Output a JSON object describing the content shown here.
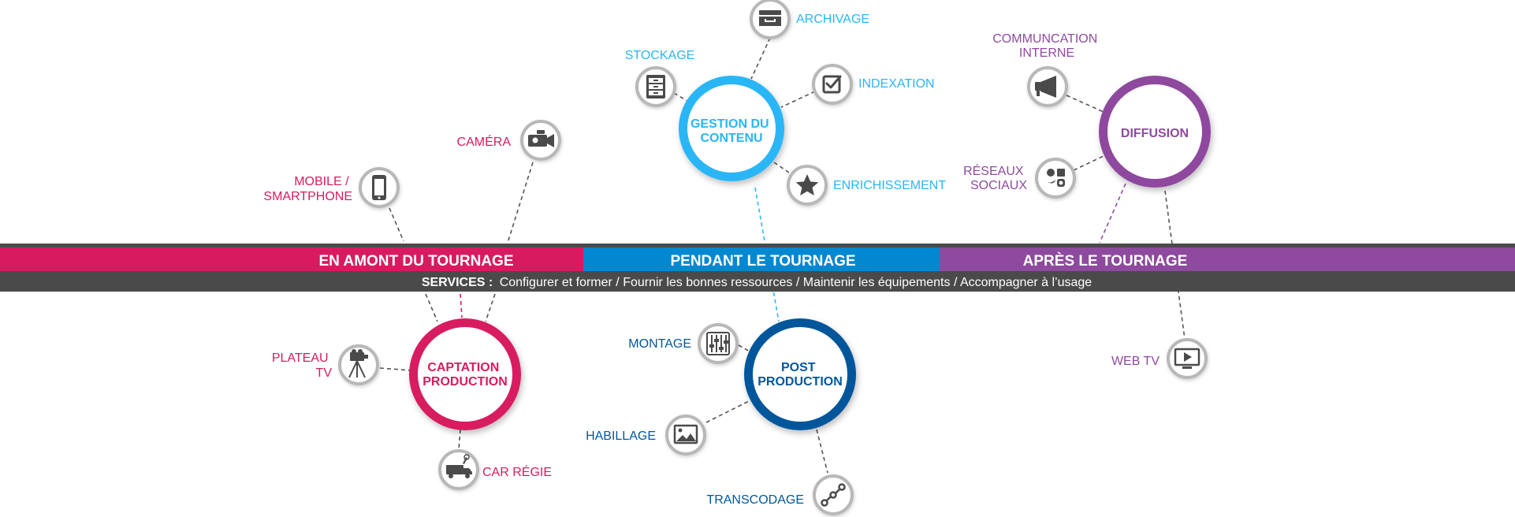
{
  "colors": {
    "pink": "#d81b60",
    "cyan": "#29b6f6",
    "blue": "#0288d1",
    "darkblue": "#01579b",
    "purple": "#8e4a9e",
    "gray": "#4a4a4a",
    "icon_ring": "#b8b8b8",
    "dash": "#555555"
  },
  "bands": {
    "before": "EN AMONT DU TOURNAGE",
    "during": "PENDANT LE TOURNAGE",
    "after": "APRÈS LE TOURNAGE"
  },
  "services": {
    "label": "SERVICES :",
    "text": "Configurer et former / Fournir les bonnes ressources / Maintenir les équipements / Accompagner à l’usage"
  },
  "hubs": {
    "gestion": [
      "GESTION DU",
      "CONTENU"
    ],
    "diffusion": [
      "DIFFUSION"
    ],
    "captation": [
      "CAPTATION",
      "PRODUCTION"
    ],
    "post": [
      "POST",
      "PRODUCTION"
    ]
  },
  "nodes": {
    "archivage": {
      "label": [
        "ARCHIVAGE"
      ],
      "icon": "archive-box-icon"
    },
    "stockage": {
      "label": [
        "STOCKAGE"
      ],
      "icon": "storage-cabinet-icon"
    },
    "indexation": {
      "label": [
        "INDEXATION"
      ],
      "icon": "checkbox-icon"
    },
    "enrichissement": {
      "label": [
        "ENRICHISSEMENT"
      ],
      "icon": "star-icon"
    },
    "communication": {
      "label": [
        "COMMUNCATION",
        "INTERNE"
      ],
      "icon": "megaphone-icon"
    },
    "reseaux": {
      "label": [
        "RÉSEAUX",
        "SOCIAUX"
      ],
      "icon": "social-networks-icon"
    },
    "camera": {
      "label": [
        "CAMÉRA"
      ],
      "icon": "video-camera-icon"
    },
    "mobile": {
      "label": [
        "MOBILE /",
        "SMARTPHONE"
      ],
      "icon": "smartphone-icon"
    },
    "plateau": {
      "label": [
        "PLATEAU",
        "TV"
      ],
      "icon": "tv-studio-camera-icon"
    },
    "car": {
      "label": [
        "CAR RÉGIE"
      ],
      "icon": "broadcast-truck-icon"
    },
    "montage": {
      "label": [
        "MONTAGE"
      ],
      "icon": "mixer-sliders-icon"
    },
    "habillage": {
      "label": [
        "HABILLAGE"
      ],
      "icon": "image-icon"
    },
    "transcodage": {
      "label": [
        "TRANSCODAGE"
      ],
      "icon": "workflow-nodes-icon"
    },
    "webtv": {
      "label": [
        "WEB TV"
      ],
      "icon": "monitor-play-icon"
    }
  }
}
